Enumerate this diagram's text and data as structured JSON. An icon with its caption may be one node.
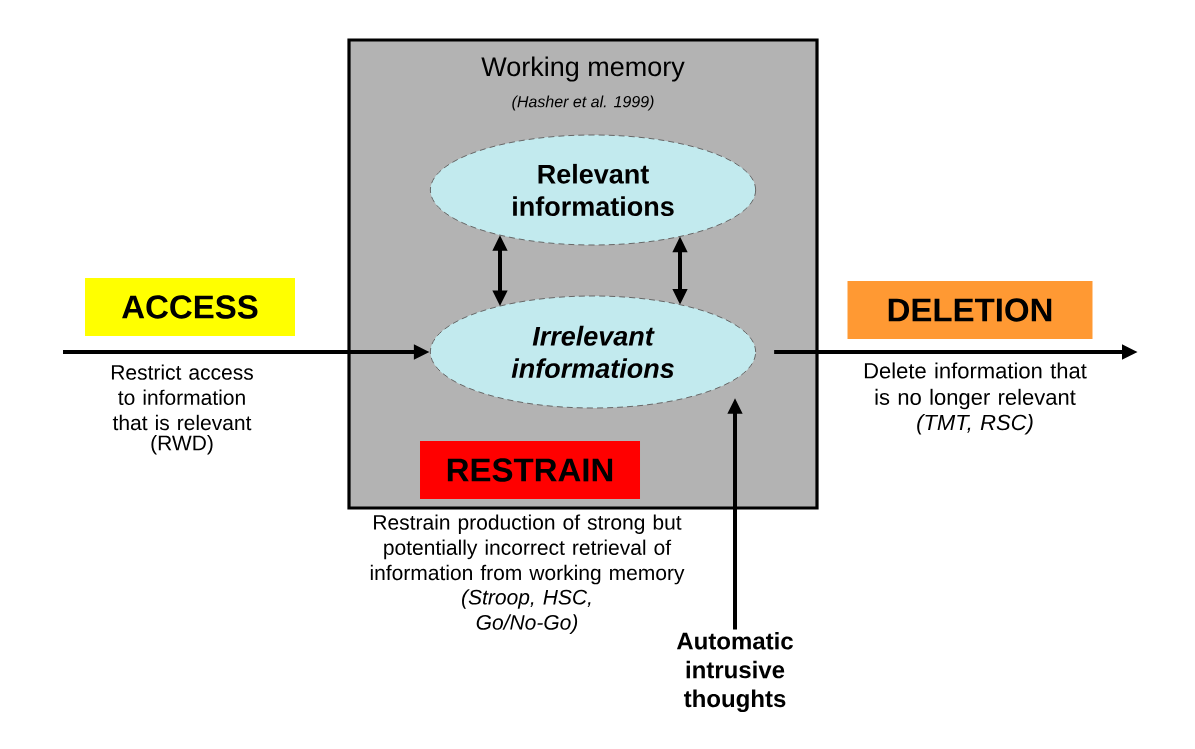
{
  "diagram": {
    "nodes": [
      {
        "text": [
          "Working memory",
          "(Hasher et al. 1999)"
        ]
      },
      {
        "text": [
          "Relevant informations"
        ],
        "in": 0
      },
      {
        "text": [
          "Irrelevant informations"
        ],
        "in": 0
      },
      {
        "text": [
          "RESTRAIN"
        ],
        "in": 0,
        "beside": [
          "Restrain production of strong but potentially incorrect retrieval of information from working memory",
          "(Stroop, HSC, Go/No-Go)"
        ]
      },
      {
        "text": [
          "ACCESS"
        ],
        "beside": [
          "Restrict access to information that is relevant",
          "(RWD)"
        ]
      },
      {
        "text": [
          "DELETION"
        ],
        "beside": [
          "Delete information that is no longer relevant",
          "(TMT, RSC)"
        ]
      },
      {
        "text": [
          "Automatic intrusive thoughts"
        ]
      }
    ],
    "edges": [
      {
        "from": null,
        "to": 2,
        "arrow": "to"
      },
      {
        "from": 2,
        "to": null,
        "arrow": "to"
      },
      {
        "from": 1,
        "to": 2,
        "arrow": "both"
      },
      {
        "from": 1,
        "to": 2,
        "arrow": "both"
      },
      {
        "from": 6,
        "to": 2,
        "arrow": "to"
      }
    ]
  }
}
